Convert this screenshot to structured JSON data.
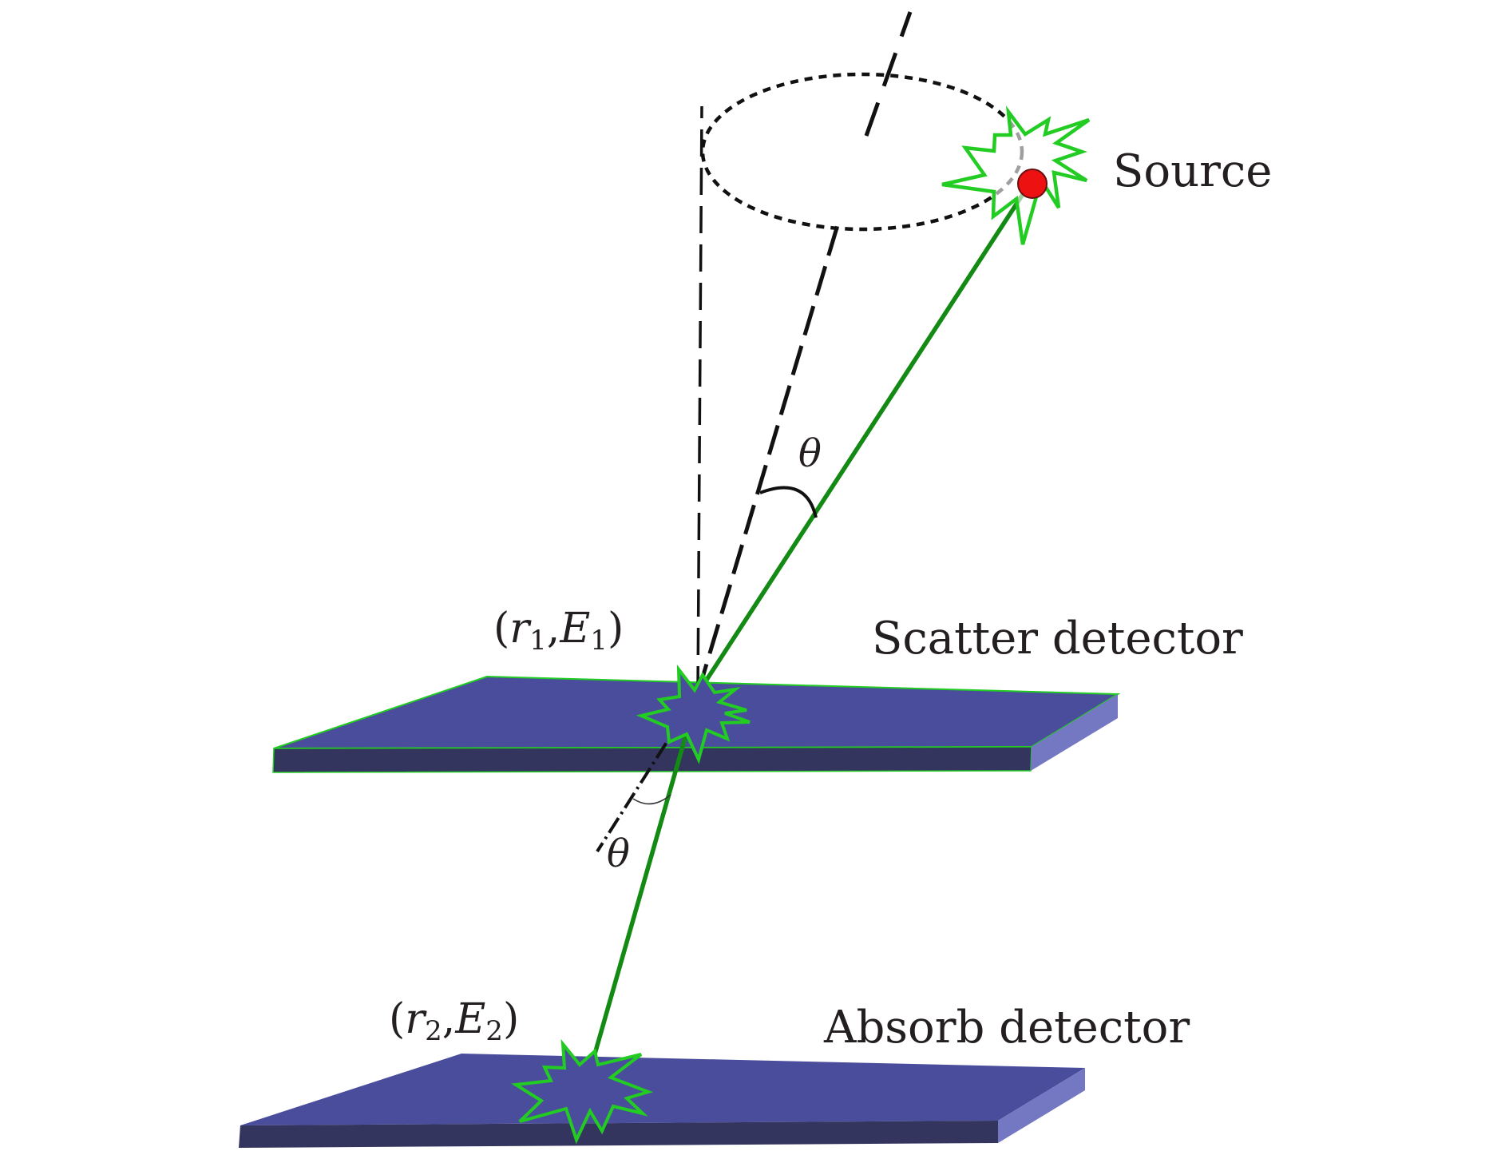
{
  "labels": {
    "source": "Source",
    "scatter_detector": "Scatter detector",
    "absorb_detector": "Absorb detector",
    "theta_upper": "θ",
    "theta_lower": "θ",
    "coord1": {
      "open": "(",
      "r": "r",
      "r_sub": "1",
      "sep": ",",
      "e": "E",
      "e_sub": "1",
      "close": ")"
    },
    "coord2": {
      "open": "(",
      "r": "r",
      "r_sub": "2",
      "sep": ",",
      "e": "E",
      "e_sub": "2",
      "close": ")"
    }
  },
  "colors": {
    "detector_top": "#4a4d9b",
    "detector_front": "#34355f",
    "detector_side": "#7478c2",
    "ray": "#138a13",
    "burst": "#22cc22",
    "source_dot": "#ee1111",
    "dash": "#111111"
  }
}
